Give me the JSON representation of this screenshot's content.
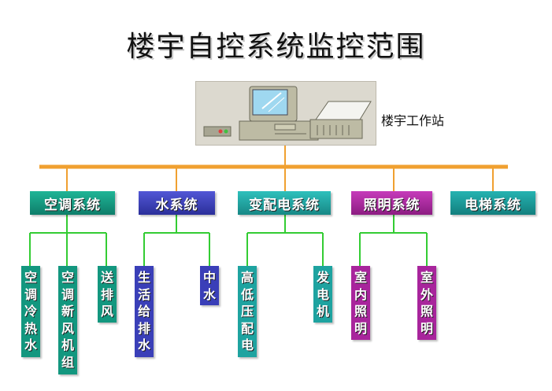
{
  "title": "楼宇自控系统监控范围",
  "workstation": {
    "label": "楼宇工作站"
  },
  "colors": {
    "bus": "#f0a030",
    "branch": "#33cc33",
    "aircon": "#13977f",
    "water": "#3a3fb8",
    "power": "#1ea3a0",
    "lighting": "#a8259c",
    "elevator": "#1a9b9a"
  },
  "systems": [
    {
      "name": "空调系统",
      "subs": [
        "空调冷热水",
        "空调新风机组",
        "送排风"
      ]
    },
    {
      "name": "水系统",
      "subs": [
        "生活给排水",
        "中水"
      ]
    },
    {
      "name": "变配电系统",
      "subs": [
        "高低压配电",
        "发电机"
      ]
    },
    {
      "name": "照明系统",
      "subs": [
        "室内照明",
        "室外照明"
      ]
    },
    {
      "name": "电梯系统",
      "subs": []
    }
  ]
}
